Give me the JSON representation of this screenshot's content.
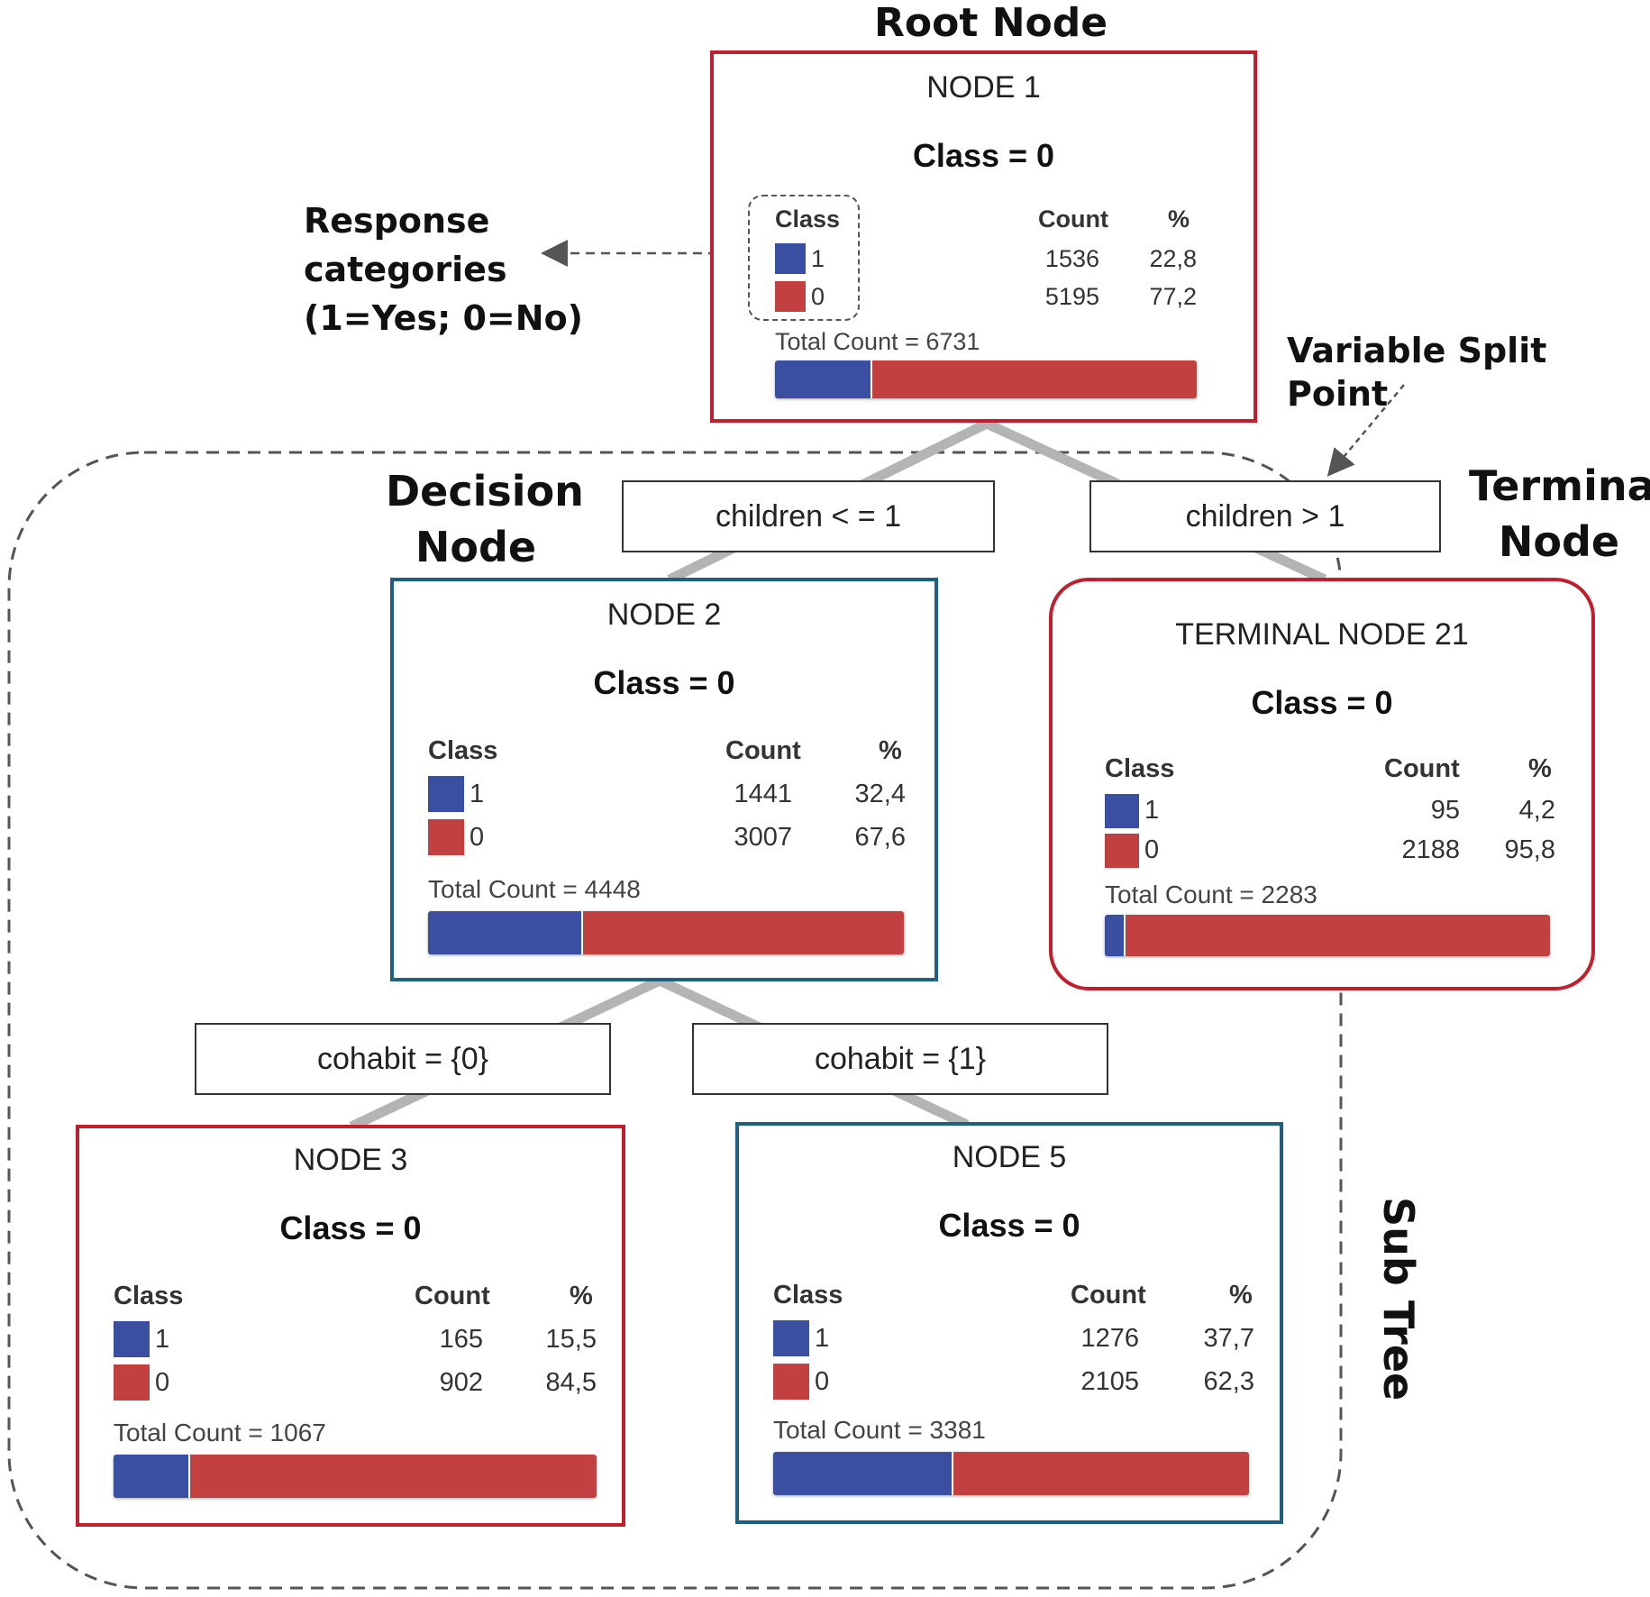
{
  "annotations": {
    "root_node": "Root Node",
    "response_categories": [
      "Response",
      "categories",
      "(1=Yes; 0=No)"
    ],
    "variable_split_point": "Variable Split Point",
    "decision_node": [
      "Decision",
      "Node"
    ],
    "terminal_node": [
      "Terminal",
      "Node"
    ],
    "sub_tree": "Sub Tree"
  },
  "column_headers": {
    "class": "Class",
    "count": "Count",
    "pct": "%"
  },
  "nodes": {
    "node1": {
      "title": "NODE 1",
      "class_label": "Class = 0",
      "rows": [
        {
          "cls": "1",
          "count": "1536",
          "pct": "22,8"
        },
        {
          "cls": "0",
          "count": "5195",
          "pct": "77,2"
        }
      ],
      "total": "Total Count = 6731",
      "share_class1": 0.228
    },
    "node2": {
      "title": "NODE 2",
      "class_label": "Class = 0",
      "rows": [
        {
          "cls": "1",
          "count": "1441",
          "pct": "32,4"
        },
        {
          "cls": "0",
          "count": "3007",
          "pct": "67,6"
        }
      ],
      "total": "Total Count = 4448",
      "share_class1": 0.324
    },
    "node21": {
      "title": "TERMINAL NODE 21",
      "class_label": "Class = 0",
      "rows": [
        {
          "cls": "1",
          "count": "95",
          "pct": "4,2"
        },
        {
          "cls": "0",
          "count": "2188",
          "pct": "95,8"
        }
      ],
      "total": "Total Count = 2283",
      "share_class1": 0.042
    },
    "node3": {
      "title": "NODE 3",
      "class_label": "Class = 0",
      "rows": [
        {
          "cls": "1",
          "count": "165",
          "pct": "15,5"
        },
        {
          "cls": "0",
          "count": "902",
          "pct": "84,5"
        }
      ],
      "total": "Total Count = 1067",
      "share_class1": 0.155
    },
    "node5": {
      "title": "NODE 5",
      "class_label": "Class = 0",
      "rows": [
        {
          "cls": "1",
          "count": "1276",
          "pct": "37,7"
        },
        {
          "cls": "0",
          "count": "2105",
          "pct": "62,3"
        }
      ],
      "total": "Total Count = 3381",
      "share_class1": 0.377
    }
  },
  "splits": {
    "s1": "children < = 1",
    "s2": "children > 1",
    "s3": "cohabit = {0}",
    "s4": "cohabit = {1}"
  },
  "colors": {
    "class1": "#3a4fa2",
    "class0": "#c24040",
    "red_border": "#c01f2e",
    "blue_border": "#1f5f82",
    "connector": "#b4b4b4",
    "dashed": "#555555"
  }
}
